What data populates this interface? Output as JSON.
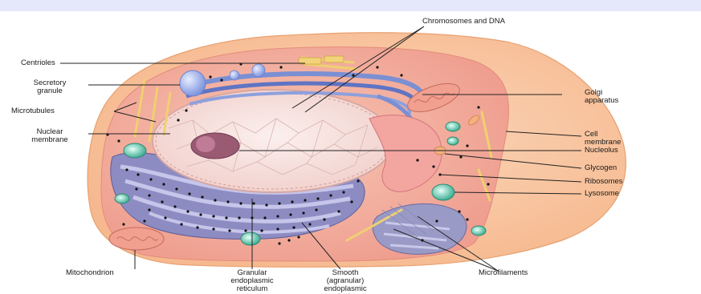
{
  "diagram": {
    "labels": {
      "chromosomes": "Chromosomes and DNA",
      "centrioles": "Centrioles",
      "secretory_granule": "Secretory\ngranule",
      "microtubules": "Microtubules",
      "nuclear_membrane": "Nuclear\nmembrane",
      "golgi": "Golgi\napparatus",
      "cell_membrane": "Cell\nmembrane",
      "nucleolus": "Nucleolus",
      "glycogen": "Glycogen",
      "ribosomes": "Ribosomes",
      "lysosome": "Lysosome",
      "mitochondrion": "Mitochondrion",
      "granular_er": "Granular\nendoplasmic\nreticulum",
      "smooth_er": "Smooth\n(agranular)\nendoplasmic\nreticulum",
      "microfilaments": "Microfilaments"
    }
  },
  "colors": {
    "cell_outer": "#f8c9a6",
    "cytoplasm": "#f4b3a2",
    "nucleus": "#f6e1de",
    "nucleolus": "#9a5a72",
    "golgi": "#7b8fd3",
    "rough_er": "#8f8fbf",
    "mitochondria": "#ef9a8a",
    "lysosome": "#6cc7b0",
    "granule": "#9fb2e8",
    "microtubule": "#f0d070",
    "leader": "#222222",
    "band": "#e4e8fa"
  }
}
